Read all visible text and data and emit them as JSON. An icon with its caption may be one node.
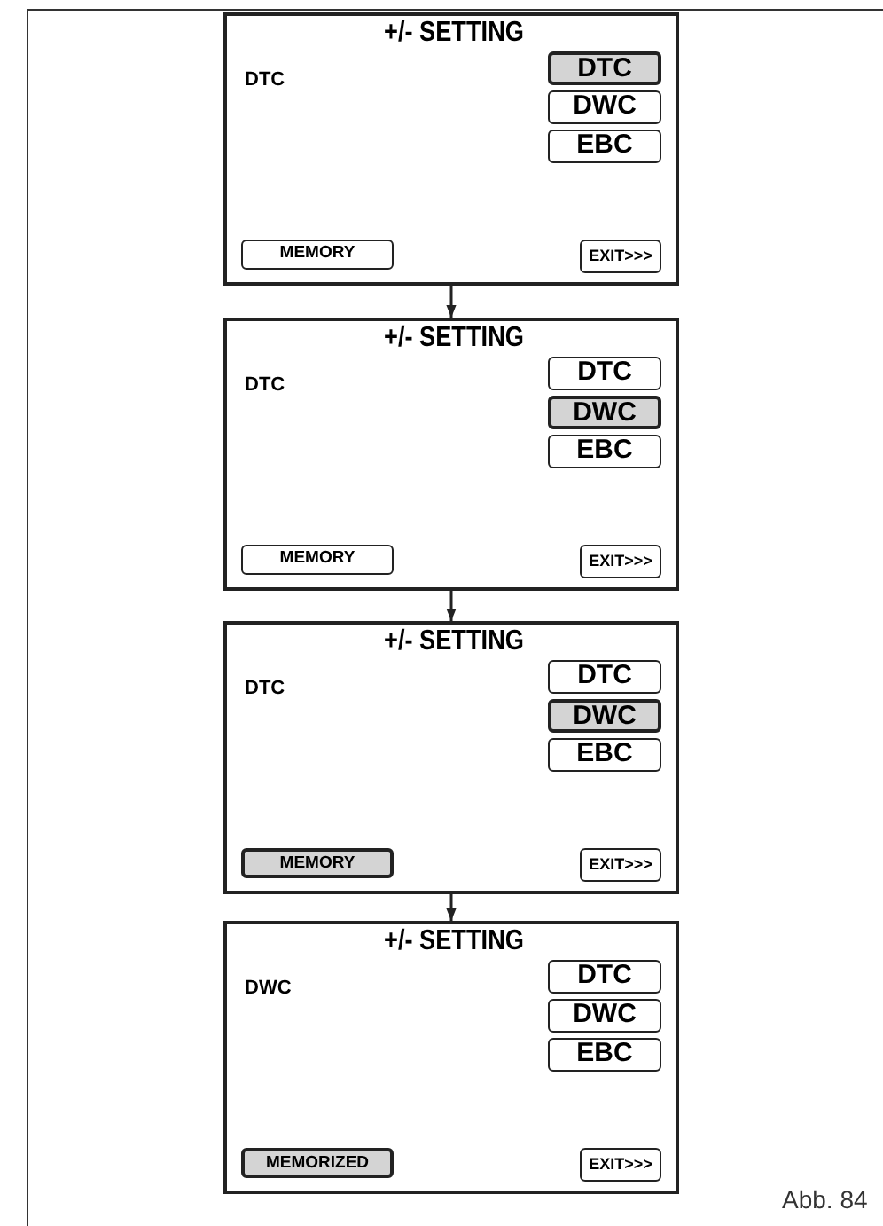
{
  "diagram": {
    "caption": "Abb. 84",
    "nodes": [
      {
        "text": [
          "+/- SETTING",
          "DTC"
        ]
      },
      {
        "text": [
          "DTC"
        ],
        "in": 0
      },
      {
        "text": [
          "DWC"
        ],
        "in": 0
      },
      {
        "text": [
          "EBC"
        ],
        "in": 0
      },
      {
        "text": [
          "MEMORY"
        ],
        "in": 0
      },
      {
        "text": [
          "EXIT>>>"
        ],
        "in": 0
      },
      {
        "text": [
          "+/- SETTING",
          "DTC"
        ]
      },
      {
        "text": [
          "DTC"
        ],
        "in": 6
      },
      {
        "text": [
          "DWC"
        ],
        "in": 6
      },
      {
        "text": [
          "EBC"
        ],
        "in": 6
      },
      {
        "text": [
          "MEMORY"
        ],
        "in": 6
      },
      {
        "text": [
          "EXIT>>>"
        ],
        "in": 6
      },
      {
        "text": [
          "+/- SETTING",
          "DTC"
        ]
      },
      {
        "text": [
          "DTC"
        ],
        "in": 12
      },
      {
        "text": [
          "DWC"
        ],
        "in": 12
      },
      {
        "text": [
          "EBC"
        ],
        "in": 12
      },
      {
        "text": [
          "MEMORY"
        ],
        "in": 12
      },
      {
        "text": [
          "EXIT>>>"
        ],
        "in": 12
      },
      {
        "text": [
          "+/- SETTING",
          "DWC"
        ]
      },
      {
        "text": [
          "DTC"
        ],
        "in": 18
      },
      {
        "text": [
          "DWC"
        ],
        "in": 18
      },
      {
        "text": [
          "EBC"
        ],
        "in": 18
      },
      {
        "text": [
          "MEMORIZED"
        ],
        "in": 18
      },
      {
        "text": [
          "EXIT>>>"
        ],
        "in": 18
      }
    ],
    "edges": [
      {
        "from": 0,
        "to": 6,
        "arrow": "to"
      },
      {
        "from": 6,
        "to": 12,
        "arrow": "to"
      },
      {
        "from": 12,
        "to": 18,
        "arrow": "to"
      }
    ]
  }
}
